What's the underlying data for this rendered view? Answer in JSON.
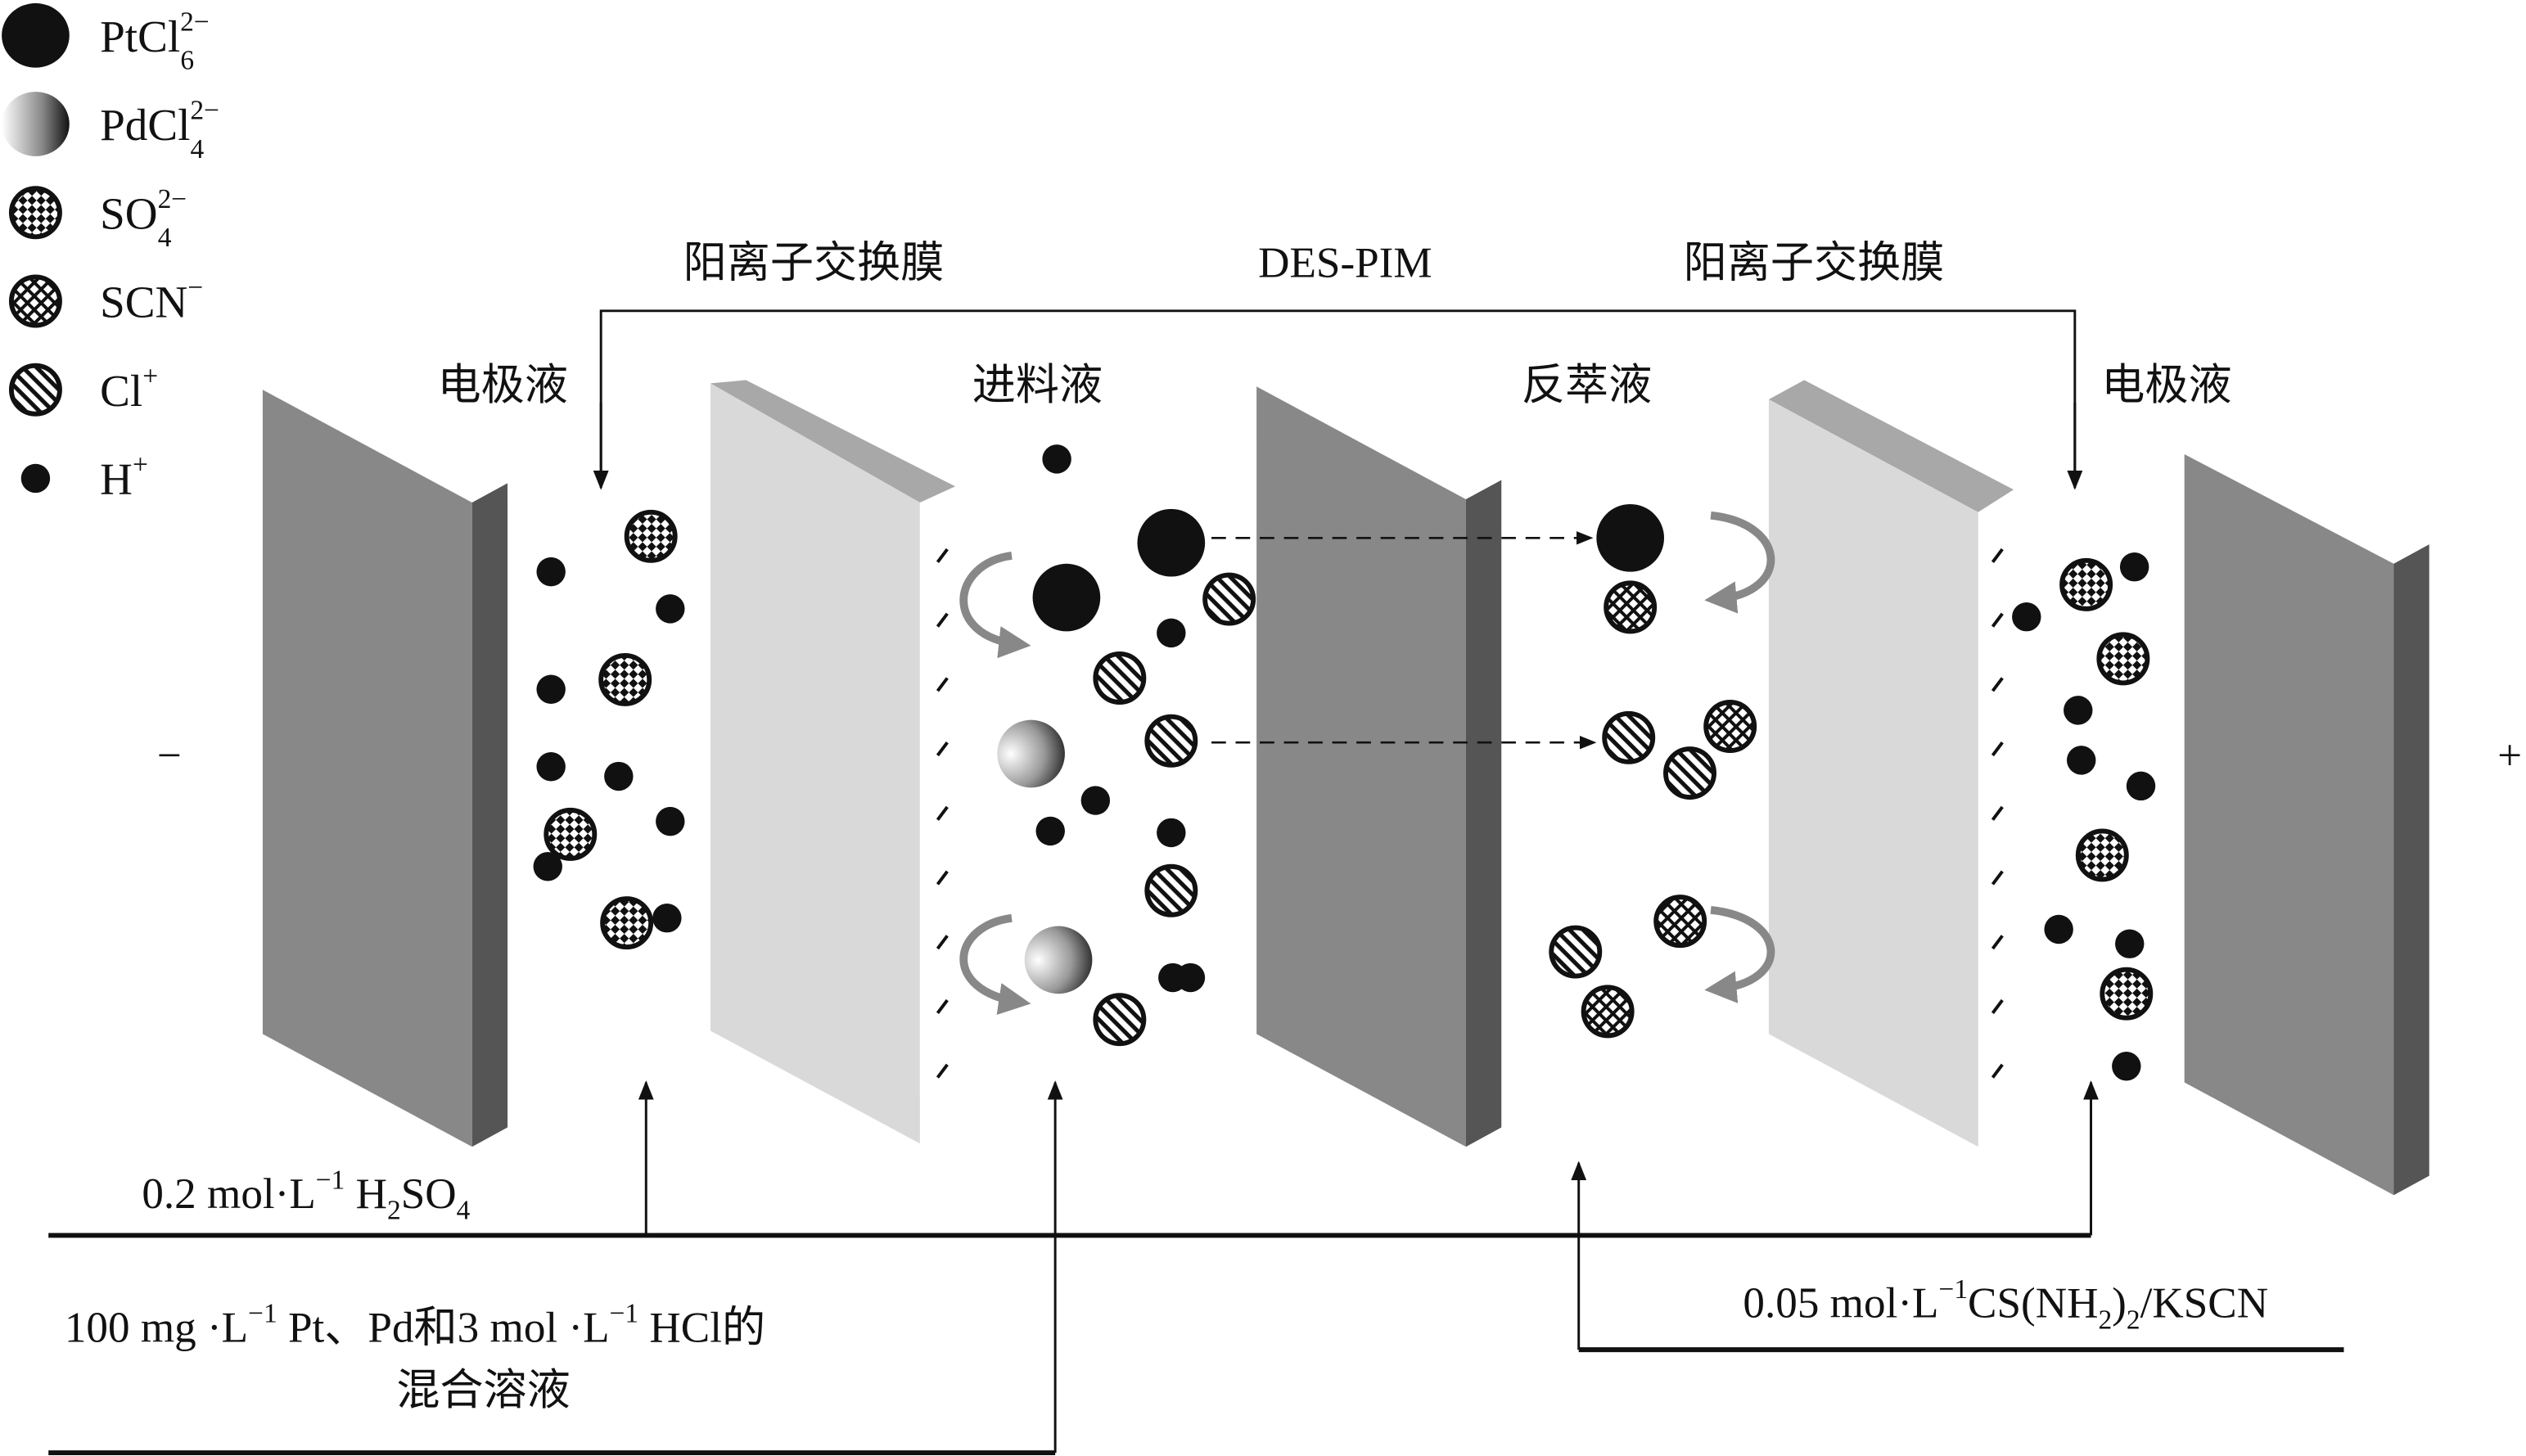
{
  "legend": [
    {
      "base": "PtCl",
      "sub": "6",
      "sup": "2−",
      "pattern": "solid-black"
    },
    {
      "base": "PdCl",
      "sub": "4",
      "sup": "2−",
      "pattern": "gradient"
    },
    {
      "base": "SO",
      "sub": "4",
      "sup": "2−",
      "pattern": "checker"
    },
    {
      "base": "SCN",
      "sub": "",
      "sup": "−",
      "pattern": "crosshatch"
    },
    {
      "base": "Cl",
      "sub": "",
      "sup": "+",
      "pattern": "stripes"
    },
    {
      "base": "H",
      "sub": "",
      "sup": "+",
      "pattern": "small-black"
    }
  ],
  "top_labels": {
    "membrane_left": "阳离子交换膜",
    "pim": "DES-PIM",
    "membrane_right": "阳离子交换膜"
  },
  "compartments": {
    "electrolyte_left": "电极液",
    "feed": "进料液",
    "strip": "反萃液",
    "electrolyte_right": "电极液"
  },
  "electrodes": {
    "negative": "−",
    "positive": "+"
  },
  "solutions": {
    "electrolyte": {
      "a": "0.2 mol·L",
      "sup": "−1",
      "b": " H",
      "sub1": "2",
      "c": "SO",
      "sub2": "4"
    },
    "feed": {
      "a": "100 mg ·L",
      "sup1": "−1",
      "b": " Pt、Pd和3 mol ·L",
      "sup2": "−1",
      "c": " HCl的",
      "line2": "混合溶液"
    },
    "strip": {
      "a": "0.05 mol·L",
      "sup": "−1",
      "b": "CS(NH",
      "sub1": "2",
      "c": ")",
      "sub2": "2",
      "d": "/KSCN"
    }
  },
  "colors": {
    "electrode": "#888888",
    "electrode_side": "#555555",
    "membrane": "#d9d9d9",
    "membrane_top": "#a8a8a8",
    "ink": "#111111"
  }
}
